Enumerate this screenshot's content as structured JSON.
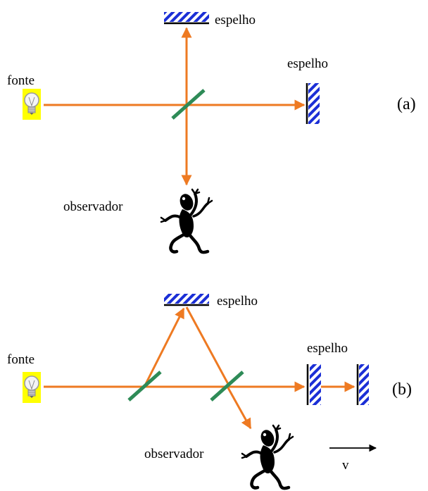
{
  "panel_a": {
    "source_label": "fonte",
    "mirror_top_label": "espelho",
    "mirror_right_label": "espelho",
    "observer_label": "observador",
    "panel_label": "(a)"
  },
  "panel_b": {
    "source_label": "fonte",
    "mirror_top_label": "espelho",
    "mirror_right_label": "espelho",
    "observer_label": "observador",
    "panel_label": "(b)",
    "velocity_label": "v"
  },
  "colors": {
    "beam": "#ee7a22",
    "splitter": "#2e8b57",
    "mirror_stripe": "#1b2fd6",
    "bulb_glow": "#ffff00"
  },
  "icons": [
    "light-bulb-icon",
    "mirror-icon",
    "beam-splitter-icon",
    "observer-figure-icon",
    "velocity-arrow-icon"
  ]
}
